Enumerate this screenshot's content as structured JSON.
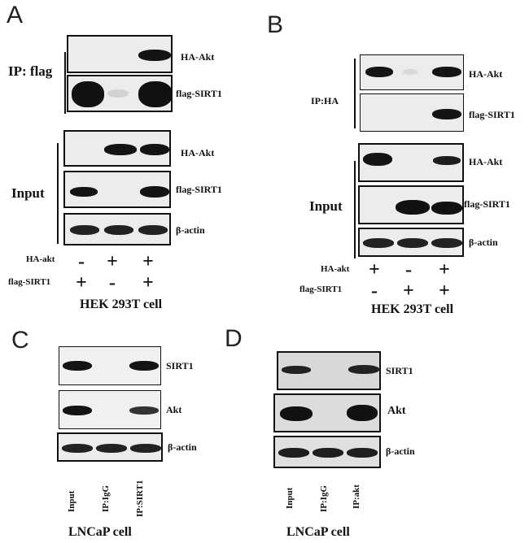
{
  "panel_a": {
    "letter": "A",
    "ip_label": "IP: flag",
    "input_label": "Input",
    "blots": [
      "HA-Akt",
      "flag-SIRT1",
      "HA-Akt",
      "flag-SIRT1",
      "β-actin"
    ],
    "row_labels": [
      "HA-akt",
      "flag-SIRT1"
    ],
    "signs": [
      [
        "-",
        "+",
        "+"
      ],
      [
        "+",
        "-",
        "+"
      ]
    ],
    "cell": "HEK 293T cell"
  },
  "panel_b": {
    "letter": "B",
    "ip_label": "IP:HA",
    "input_label": "Input",
    "blots": [
      "HA-Akt",
      "flag-SIRT1",
      "HA-Akt",
      "flag-SIRT1",
      "β-actin"
    ],
    "row_labels": [
      "HA-akt",
      "flag-SIRT1"
    ],
    "signs": [
      [
        "+",
        "-",
        "+"
      ],
      [
        "-",
        "+",
        "+"
      ]
    ],
    "cell": "HEK 293T cell"
  },
  "panel_c": {
    "letter": "C",
    "blots": [
      "SIRT1",
      "Akt",
      "β-actin"
    ],
    "lanes": [
      "Input",
      "IP:IgG",
      "IP:SIRT1"
    ],
    "cell": "LNCaP cell"
  },
  "panel_d": {
    "letter": "D",
    "blots": [
      "SIRT1",
      "Akt",
      "β-actin"
    ],
    "lanes": [
      "Input",
      "IP:IgG",
      "IP:akt"
    ],
    "cell": "LNCaP cell"
  },
  "colors": {
    "band": "#141414",
    "membrane": "#ececec",
    "frame": "#111111"
  }
}
